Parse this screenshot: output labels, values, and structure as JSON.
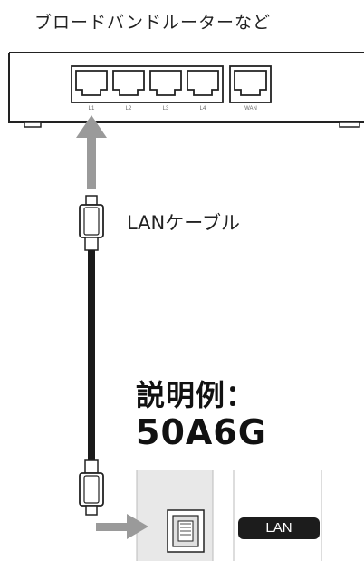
{
  "router": {
    "caption": "ブロードバンドルーターなど",
    "ports": [
      "L1",
      "L2",
      "L3",
      "L4"
    ],
    "wan_port": "WAN"
  },
  "cable": {
    "label": "LANケーブル"
  },
  "example": {
    "line1": "説明例：",
    "line2": "50A6G"
  },
  "device": {
    "port_label": "LAN"
  },
  "colors": {
    "arrow": "#9a9a9a",
    "cable": "#1a1a1a",
    "panel": "#e8e8e8"
  }
}
